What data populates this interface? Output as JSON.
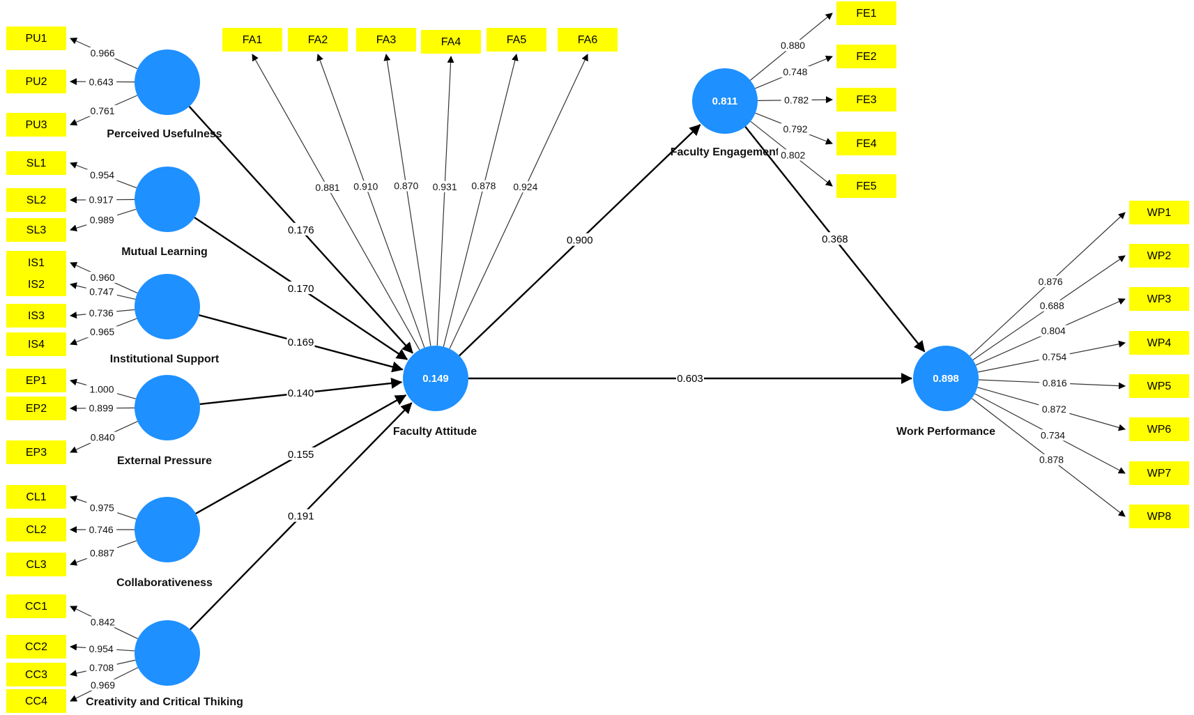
{
  "latents": [
    {
      "id": "PU",
      "label": "Perceived Usefulness",
      "r2": ""
    },
    {
      "id": "ML",
      "label": "Mutual Learning",
      "r2": ""
    },
    {
      "id": "IS",
      "label": "Institutional Support",
      "r2": ""
    },
    {
      "id": "EP",
      "label": "External Pressure",
      "r2": ""
    },
    {
      "id": "CL",
      "label": "Collaborativeness",
      "r2": ""
    },
    {
      "id": "CC",
      "label": "Creativity and Critical Thiking",
      "r2": ""
    },
    {
      "id": "FA",
      "label": "Faculty Attitude",
      "r2": "0.149"
    },
    {
      "id": "FE",
      "label": "Faculty Engagement",
      "r2": "0.811"
    },
    {
      "id": "WP",
      "label": "Work Performance",
      "r2": "0.898"
    }
  ],
  "indicators": [
    {
      "latent": "PU",
      "label": "PU1",
      "loading": "0.966"
    },
    {
      "latent": "PU",
      "label": "PU2",
      "loading": "0.643"
    },
    {
      "latent": "PU",
      "label": "PU3",
      "loading": "0.761"
    },
    {
      "latent": "ML",
      "label": "SL1",
      "loading": "0.954"
    },
    {
      "latent": "ML",
      "label": "SL2",
      "loading": "0.917"
    },
    {
      "latent": "ML",
      "label": "SL3",
      "loading": "0.989"
    },
    {
      "latent": "IS",
      "label": "IS1",
      "loading": "0.960"
    },
    {
      "latent": "IS",
      "label": "IS2",
      "loading": "0.747"
    },
    {
      "latent": "IS",
      "label": "IS3",
      "loading": "0.736"
    },
    {
      "latent": "IS",
      "label": "IS4",
      "loading": "0.965"
    },
    {
      "latent": "EP",
      "label": "EP1",
      "loading": "1.000"
    },
    {
      "latent": "EP",
      "label": "EP2",
      "loading": "0.899"
    },
    {
      "latent": "EP",
      "label": "EP3",
      "loading": "0.840"
    },
    {
      "latent": "CL",
      "label": "CL1",
      "loading": "0.975"
    },
    {
      "latent": "CL",
      "label": "CL2",
      "loading": "0.746"
    },
    {
      "latent": "CL",
      "label": "CL3",
      "loading": "0.887"
    },
    {
      "latent": "CC",
      "label": "CC1",
      "loading": "0.842"
    },
    {
      "latent": "CC",
      "label": "CC2",
      "loading": "0.954"
    },
    {
      "latent": "CC",
      "label": "CC3",
      "loading": "0.708"
    },
    {
      "latent": "CC",
      "label": "CC4",
      "loading": "0.969"
    },
    {
      "latent": "FA",
      "label": "FA1",
      "loading": "0.881"
    },
    {
      "latent": "FA",
      "label": "FA2",
      "loading": "0.910"
    },
    {
      "latent": "FA",
      "label": "FA3",
      "loading": "0.870"
    },
    {
      "latent": "FA",
      "label": "FA4",
      "loading": "0.931"
    },
    {
      "latent": "FA",
      "label": "FA5",
      "loading": "0.878"
    },
    {
      "latent": "FA",
      "label": "FA6",
      "loading": "0.924"
    },
    {
      "latent": "FE",
      "label": "FE1",
      "loading": "0.880"
    },
    {
      "latent": "FE",
      "label": "FE2",
      "loading": "0.748"
    },
    {
      "latent": "FE",
      "label": "FE3",
      "loading": "0.782"
    },
    {
      "latent": "FE",
      "label": "FE4",
      "loading": "0.792"
    },
    {
      "latent": "FE",
      "label": "FE5",
      "loading": "0.802"
    },
    {
      "latent": "WP",
      "label": "WP1",
      "loading": "0.876"
    },
    {
      "latent": "WP",
      "label": "WP2",
      "loading": "0.688"
    },
    {
      "latent": "WP",
      "label": "WP3",
      "loading": "0.804"
    },
    {
      "latent": "WP",
      "label": "WP4",
      "loading": "0.754"
    },
    {
      "latent": "WP",
      "label": "WP5",
      "loading": "0.816"
    },
    {
      "latent": "WP",
      "label": "WP6",
      "loading": "0.872"
    },
    {
      "latent": "WP",
      "label": "WP7",
      "loading": "0.734"
    },
    {
      "latent": "WP",
      "label": "WP8",
      "loading": "0.878"
    }
  ],
  "paths": [
    {
      "from": "PU",
      "to": "FA",
      "coefficient": "0.176"
    },
    {
      "from": "ML",
      "to": "FA",
      "coefficient": "0.170"
    },
    {
      "from": "IS",
      "to": "FA",
      "coefficient": "0.169"
    },
    {
      "from": "EP",
      "to": "FA",
      "coefficient": "0.140"
    },
    {
      "from": "CL",
      "to": "FA",
      "coefficient": "0.155"
    },
    {
      "from": "CC",
      "to": "FA",
      "coefficient": "0.191"
    },
    {
      "from": "FA",
      "to": "FE",
      "coefficient": "0.900"
    },
    {
      "from": "FA",
      "to": "WP",
      "coefficient": "0.603"
    },
    {
      "from": "FE",
      "to": "WP",
      "coefficient": "0.368"
    }
  ],
  "colors": {
    "latent_fill": "#1e90ff",
    "indicator_fill": "#ffff00",
    "path_stroke": "#000000"
  }
}
